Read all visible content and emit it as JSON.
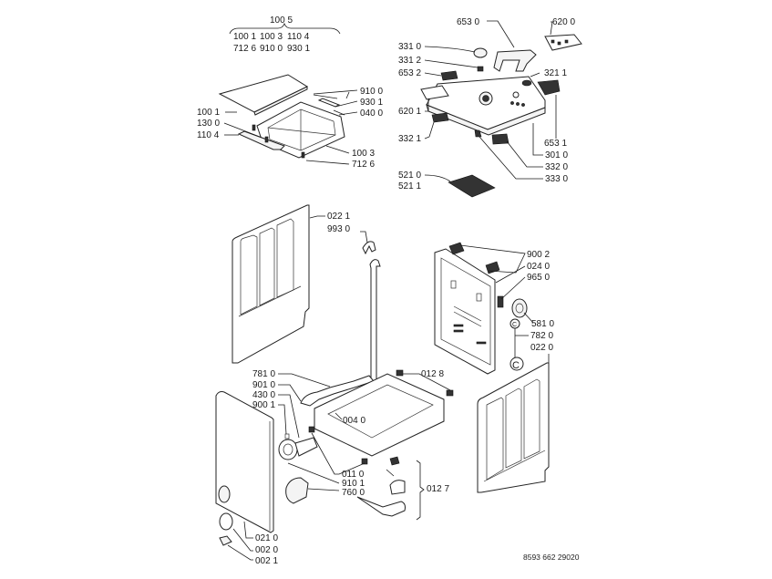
{
  "diagram": {
    "kit_group": {
      "title": "100 5",
      "row1": [
        "100 1",
        "100 3",
        "110 4"
      ],
      "row2": [
        "712 6",
        "910 0",
        "930 1"
      ]
    },
    "top_lid_labels": {
      "p9100": "910 0",
      "p9301": "930 1",
      "p0400": "040 0",
      "p1001": "100 1",
      "p1300": "130 0",
      "p1104": "110 4",
      "p1003": "100 3",
      "p7126": "712 6"
    },
    "control_panel_labels": {
      "p6530": "653 0",
      "p6200": "620 0",
      "p3310": "331 0",
      "p3312": "331 2",
      "p6532": "653 2",
      "p3211": "321 1",
      "p6201": "620 1",
      "p3321": "332 1",
      "p6531": "653 1",
      "p3010": "301 0",
      "p3320": "332 0",
      "p3330": "333 0",
      "p5210": "521 0",
      "p5211": "521 1"
    },
    "cabinet_labels": {
      "p0221": "022 1",
      "p9930": "993 0",
      "p9002": "900 2",
      "p0240": "024 0",
      "p9650": "965 0",
      "p5810": "581 0",
      "p7820": "782 0",
      "p0220": "022 0",
      "clip_c": "C"
    },
    "base_labels": {
      "p7810": "781 0",
      "p9010": "901 0",
      "p4300": "430 0",
      "p9001": "900 1",
      "p0128": "012 8",
      "p0040": "004 0",
      "p0110": "011 0",
      "p9101": "910 1",
      "p7600": "760 0",
      "p0127": "012 7",
      "p0210": "021 0",
      "p0020": "002 0",
      "p0021": "002 1"
    },
    "footer_code": "8593 662 29020"
  }
}
